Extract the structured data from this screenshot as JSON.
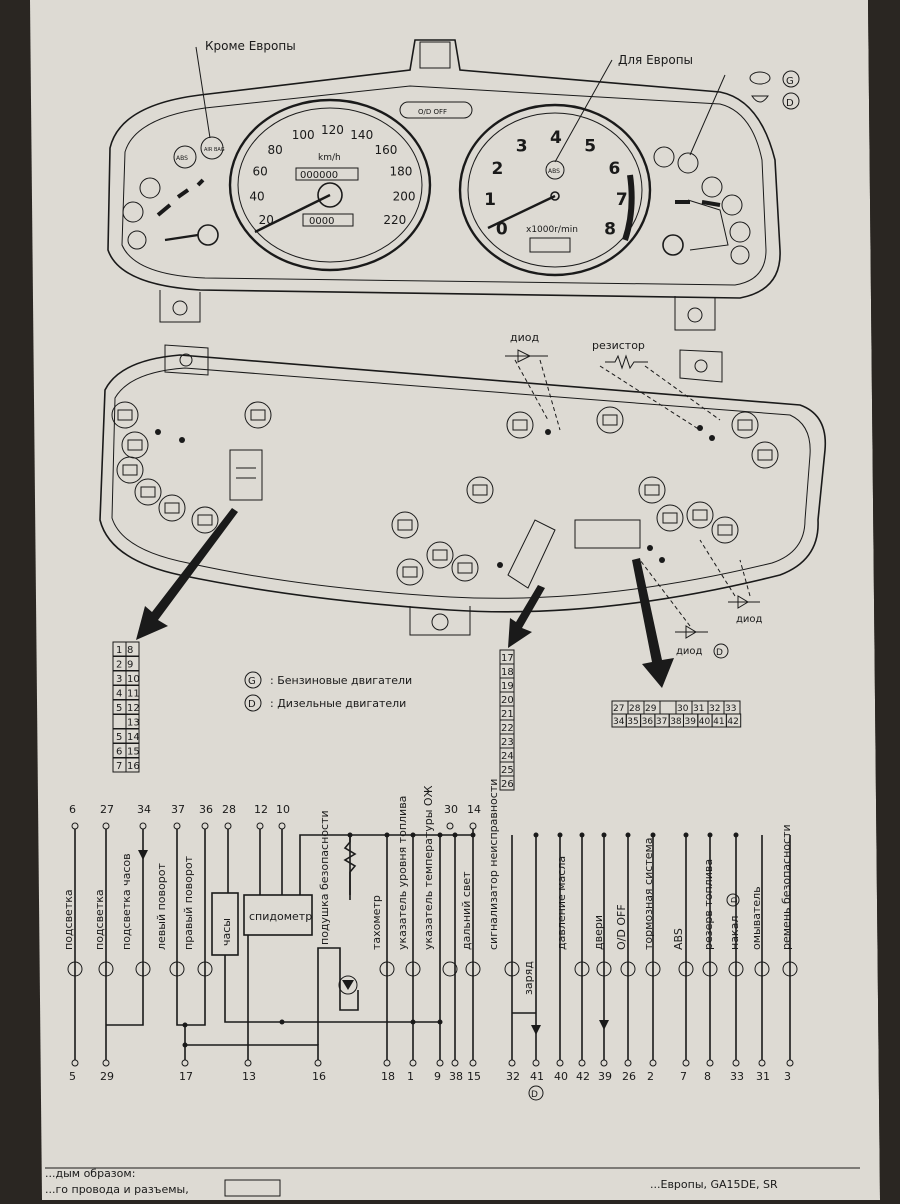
{
  "colors": {
    "paper": "#dddad3",
    "ink": "#1a1a1a",
    "background": "#2a2622"
  },
  "callouts": {
    "except_europe": "Кроме Европы",
    "for_europe": "Для Европы",
    "diode": "диод",
    "resistor": "резистор",
    "diode_right": "диод",
    "diode_d": "диод",
    "marker_d": "D"
  },
  "gauges": {
    "od_off": "O/D OFF",
    "speedo_unit": "km/h",
    "speedo_ticks": [
      "20",
      "40",
      "60",
      "80",
      "100",
      "120",
      "140",
      "160",
      "180",
      "200",
      "220"
    ],
    "odometer": "000000",
    "tripmeter": "0000",
    "tacho_unit": "x1000r/min",
    "tacho_ticks": [
      "0",
      "1",
      "2",
      "3",
      "4",
      "5",
      "6",
      "7",
      "8"
    ],
    "abs": "ABS",
    "air_bag": "AIR BAG",
    "marker_g": "G",
    "marker_d": "D"
  },
  "legend": {
    "g_key": "G",
    "g_text": ": Бензиновые двигатели",
    "d_key": "D",
    "d_text": ": Дизельные двигатели"
  },
  "connectors": {
    "left": [
      [
        "1",
        "8"
      ],
      [
        "2",
        "9"
      ],
      [
        "3",
        "10"
      ],
      [
        "4",
        "11"
      ],
      [
        "5",
        "12"
      ],
      [
        "",
        "13"
      ],
      [
        "5",
        "14"
      ],
      [
        "6",
        "15"
      ],
      [
        "7",
        "16"
      ]
    ],
    "middle": [
      "17",
      "18",
      "19",
      "20",
      "21",
      "22",
      "23",
      "24",
      "25",
      "26"
    ],
    "right_top": [
      "27",
      "28",
      "29",
      "",
      "30",
      "31",
      "32",
      "33"
    ],
    "right_bottom": [
      "34",
      "35",
      "36",
      "37",
      "38",
      "39",
      "40",
      "41",
      "42"
    ]
  },
  "schematic": {
    "top_pins": [
      "6",
      "27",
      "34",
      "37",
      "36",
      "28",
      "12",
      "10",
      "30",
      "14"
    ],
    "bottom_pins": [
      "5",
      "29",
      "17",
      "13",
      "16",
      "18",
      "1",
      "9",
      "38",
      "15",
      "32",
      "41",
      "40",
      "42",
      "39",
      "26",
      "2",
      "7",
      "8",
      "33",
      "31",
      "3"
    ],
    "bottom_marker": "D",
    "boxes": {
      "clock": "часы",
      "speedometer": "спидометр"
    },
    "labels": [
      "подсветка",
      "подсветка",
      "подсветка часов",
      "левый поворот",
      "правый поворот",
      "подушка безопасности",
      "тахометр",
      "указатель уровня топлива",
      "указатель температуры ОЖ",
      "дальний свет",
      "сигнализатор неисправности",
      "заряд",
      "давление масла",
      "двери",
      "O/D OFF",
      "тормозная система",
      "ABS",
      "резерв топлива",
      "накал",
      "омыватель",
      "ремень безопасности"
    ],
    "glow_marker": "D"
  },
  "footer": {
    "left_text": "...дым образом:",
    "left_text2": "...го провода и разъемы,",
    "right_text": "...Европы, GA15DE, SR"
  }
}
